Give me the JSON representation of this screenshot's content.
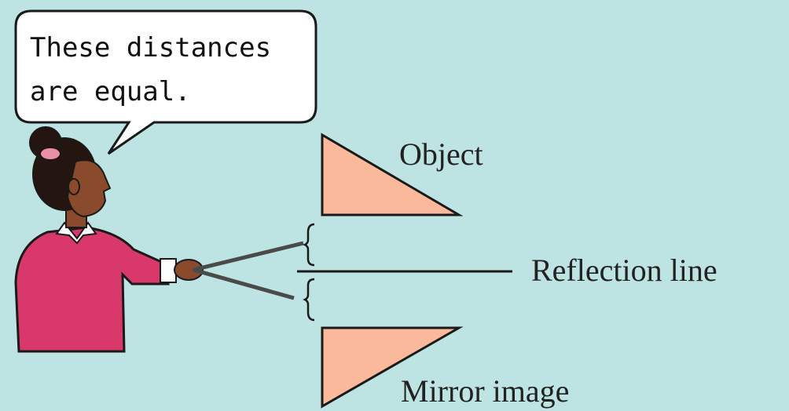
{
  "colors": {
    "background": "#bde3e3",
    "triangle_fill": "#f9b99a",
    "outline": "#1a1a1a",
    "shirt": "#d8386a",
    "skin": "#8a4a2c",
    "hair": "#241510",
    "bubble_fill": "#ffffff"
  },
  "speech_bubble": {
    "line1": "These distances",
    "line2": "are equal."
  },
  "labels": {
    "object": "Object",
    "reflection_line": "Reflection line",
    "mirror_image": "Mirror image"
  }
}
